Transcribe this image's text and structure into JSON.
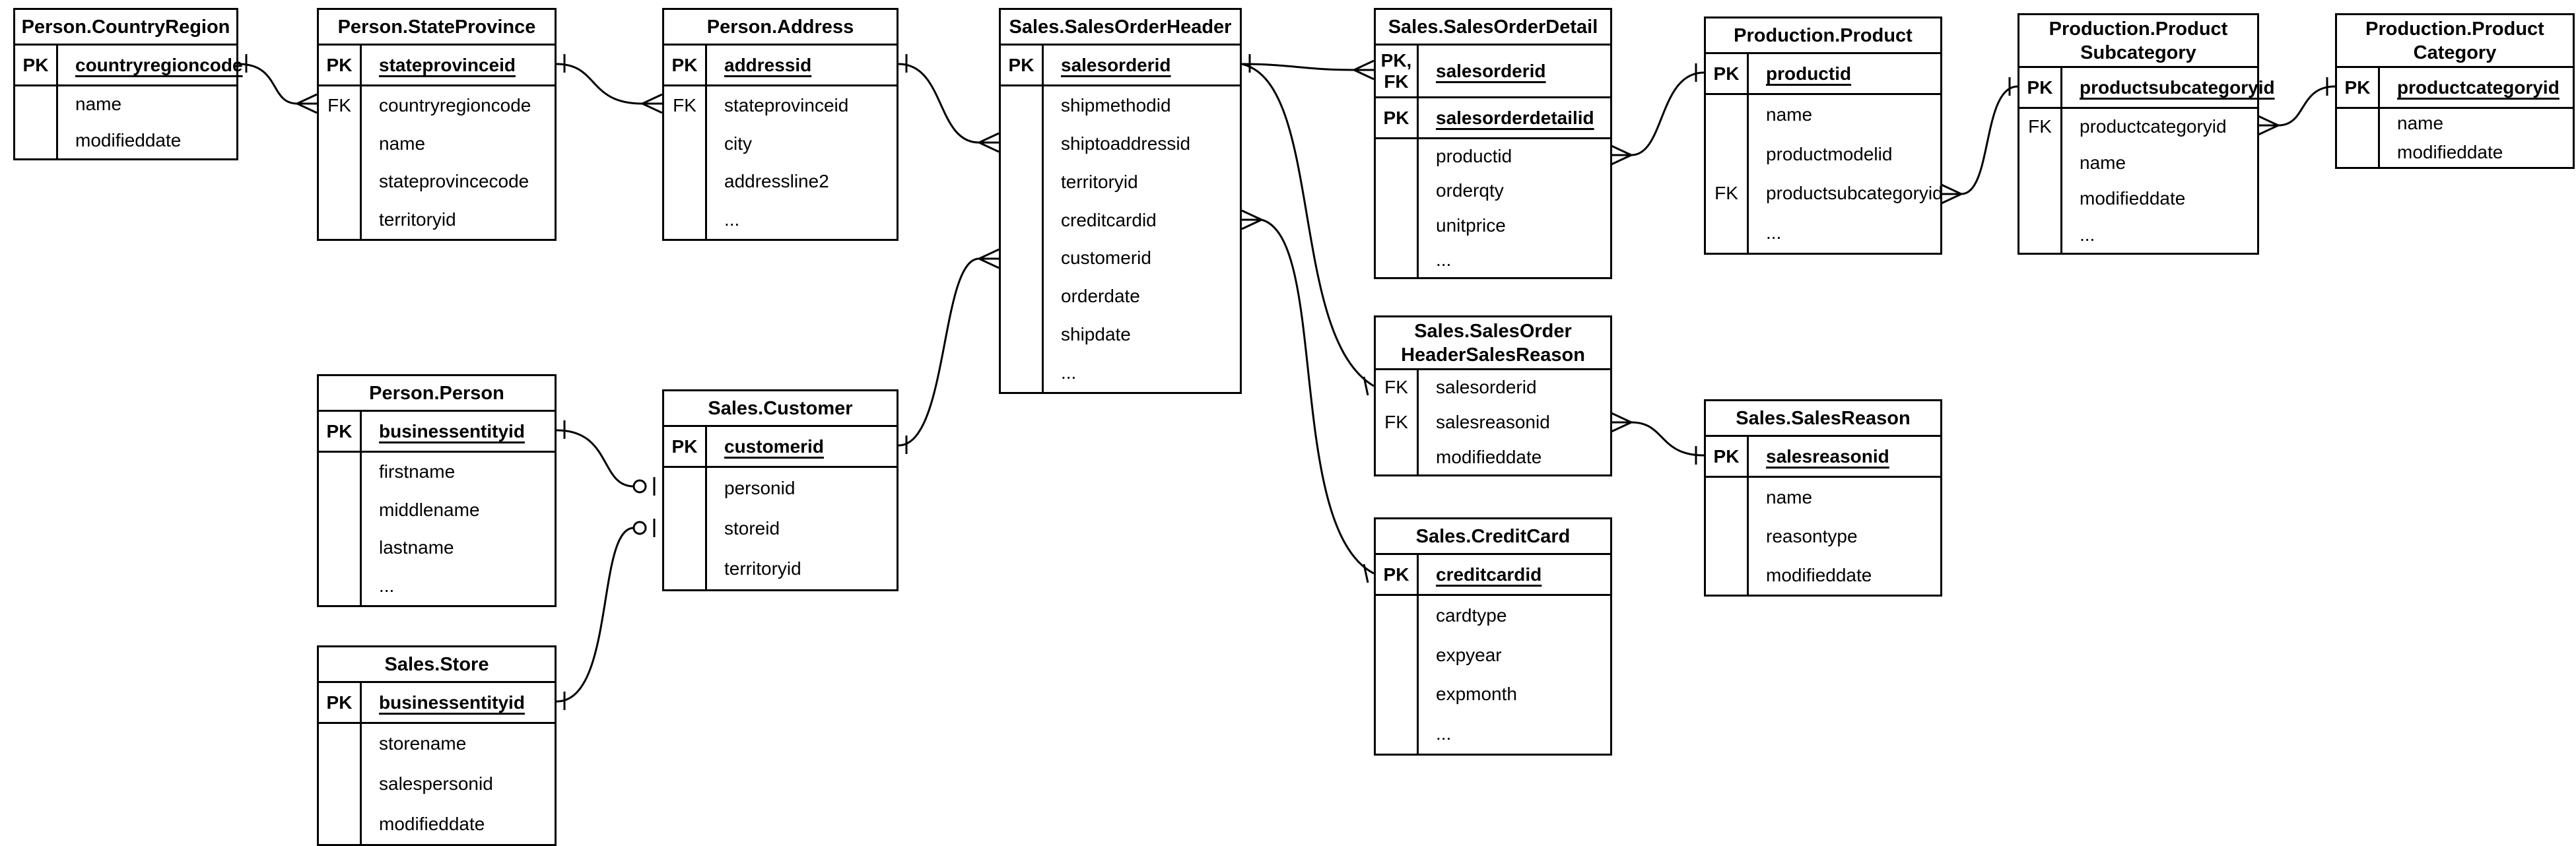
{
  "diagram": {
    "background": "#ffffff",
    "line_color": "#000000",
    "text_color": "#000000",
    "notation": "crow's foot"
  },
  "entities": {
    "country_region": {
      "title": "Person.CountryRegion",
      "rows": [
        {
          "key": "PK",
          "name": "countryregioncode",
          "pk": true,
          "pk_row": true
        },
        {
          "key": "",
          "name": "name"
        },
        {
          "key": "",
          "name": "modifieddate"
        }
      ]
    },
    "state_province": {
      "title": "Person.StateProvince",
      "rows": [
        {
          "key": "PK",
          "name": "stateprovinceid",
          "pk": true,
          "pk_row": true
        },
        {
          "key": "FK",
          "name": "countryregioncode"
        },
        {
          "key": "",
          "name": "name"
        },
        {
          "key": "",
          "name": "stateprovincecode"
        },
        {
          "key": "",
          "name": "territoryid"
        }
      ]
    },
    "address": {
      "title": "Person.Address",
      "rows": [
        {
          "key": "PK",
          "name": "addressid",
          "pk": true,
          "pk_row": true
        },
        {
          "key": "FK",
          "name": "stateprovinceid"
        },
        {
          "key": "",
          "name": "city"
        },
        {
          "key": "",
          "name": "addressline2"
        },
        {
          "key": "",
          "name": "..."
        }
      ]
    },
    "sales_order_header": {
      "title": "Sales.SalesOrderHeader",
      "rows": [
        {
          "key": "PK",
          "name": "salesorderid",
          "pk": true,
          "pk_row": true
        },
        {
          "key": "",
          "name": "shipmethodid"
        },
        {
          "key": "",
          "name": "shiptoaddressid"
        },
        {
          "key": "",
          "name": "territoryid"
        },
        {
          "key": "",
          "name": "creditcardid"
        },
        {
          "key": "",
          "name": "customerid"
        },
        {
          "key": "",
          "name": "orderdate"
        },
        {
          "key": "",
          "name": "shipdate"
        },
        {
          "key": "",
          "name": "..."
        }
      ]
    },
    "sales_order_detail": {
      "title": "Sales.SalesOrderDetail",
      "rows": [
        {
          "key": "PK,\nFK",
          "name": "salesorderid",
          "pk": true,
          "pk_row": true,
          "tall": true
        },
        {
          "key": "PK",
          "name": "salesorderdetailid",
          "pk": true,
          "pk_row": true
        },
        {
          "key": "",
          "name": "productid"
        },
        {
          "key": "",
          "name": "orderqty"
        },
        {
          "key": "",
          "name": "unitprice"
        },
        {
          "key": "",
          "name": "..."
        }
      ]
    },
    "product": {
      "title": "Production.Product",
      "rows": [
        {
          "key": "PK",
          "name": "productid",
          "pk": true,
          "pk_row": true
        },
        {
          "key": "",
          "name": "name"
        },
        {
          "key": "",
          "name": "productmodelid"
        },
        {
          "key": "FK",
          "name": "productsubcategoryid"
        },
        {
          "key": "",
          "name": "..."
        }
      ]
    },
    "product_subcategory": {
      "title": "Production.Product\nSubcategory",
      "rows": [
        {
          "key": "PK",
          "name": "productsubcategoryid",
          "pk": true,
          "pk_row": true
        },
        {
          "key": "FK",
          "name": "productcategoryid"
        },
        {
          "key": "",
          "name": "name"
        },
        {
          "key": "",
          "name": "modifieddate"
        },
        {
          "key": "",
          "name": "..."
        }
      ]
    },
    "product_category": {
      "title": "Production.Product\nCategory",
      "rows": [
        {
          "key": "PK",
          "name": "productcategoryid",
          "pk": true,
          "pk_row": true
        },
        {
          "key": "",
          "name": "name"
        },
        {
          "key": "",
          "name": "modifieddate"
        }
      ]
    },
    "person": {
      "title": "Person.Person",
      "rows": [
        {
          "key": "PK",
          "name": "businessentityid",
          "pk": true,
          "pk_row": true
        },
        {
          "key": "",
          "name": "firstname"
        },
        {
          "key": "",
          "name": "middlename"
        },
        {
          "key": "",
          "name": "lastname"
        },
        {
          "key": "",
          "name": "..."
        }
      ]
    },
    "customer": {
      "title": "Sales.Customer",
      "rows": [
        {
          "key": "PK",
          "name": "customerid",
          "pk": true,
          "pk_row": true
        },
        {
          "key": "",
          "name": "personid"
        },
        {
          "key": "",
          "name": "storeid"
        },
        {
          "key": "",
          "name": "territoryid"
        }
      ]
    },
    "store": {
      "title": "Sales.Store",
      "rows": [
        {
          "key": "PK",
          "name": "businessentityid",
          "pk": true,
          "pk_row": true
        },
        {
          "key": "",
          "name": "storename"
        },
        {
          "key": "",
          "name": "salespersonid"
        },
        {
          "key": "",
          "name": "modifieddate"
        }
      ]
    },
    "header_sales_reason": {
      "title": "Sales.SalesOrder\nHeaderSalesReason",
      "rows": [
        {
          "key": "FK",
          "name": "salesorderid"
        },
        {
          "key": "FK",
          "name": "salesreasonid"
        },
        {
          "key": "",
          "name": "modifieddate"
        }
      ]
    },
    "sales_reason": {
      "title": "Sales.SalesReason",
      "rows": [
        {
          "key": "PK",
          "name": "salesreasonid",
          "pk": true,
          "pk_row": true
        },
        {
          "key": "",
          "name": "name"
        },
        {
          "key": "",
          "name": "reasontype"
        },
        {
          "key": "",
          "name": "modifieddate"
        }
      ]
    },
    "credit_card": {
      "title": "Sales.CreditCard",
      "rows": [
        {
          "key": "PK",
          "name": "creditcardid",
          "pk": true,
          "pk_row": true
        },
        {
          "key": "",
          "name": "cardtype"
        },
        {
          "key": "",
          "name": "expyear"
        },
        {
          "key": "",
          "name": "expmonth"
        },
        {
          "key": "",
          "name": "..."
        }
      ]
    }
  },
  "relationships": [
    {
      "from": "Person.CountryRegion.countryregioncode",
      "to": "Person.StateProvince.countryregioncode",
      "from_card": "one",
      "to_card": "many"
    },
    {
      "from": "Person.StateProvince.stateprovinceid",
      "to": "Person.Address.stateprovinceid",
      "from_card": "one",
      "to_card": "many"
    },
    {
      "from": "Person.Address.addressid",
      "to": "Sales.SalesOrderHeader.shiptoaddressid",
      "from_card": "one",
      "to_card": "many"
    },
    {
      "from": "Sales.Customer.customerid",
      "to": "Sales.SalesOrderHeader.customerid",
      "from_card": "one",
      "to_card": "many"
    },
    {
      "from": "Sales.SalesOrderHeader.salesorderid",
      "to": "Sales.SalesOrderDetail.salesorderid",
      "from_card": "one",
      "to_card": "many"
    },
    {
      "from": "Sales.SalesOrderHeader.salesorderid",
      "to": "Sales.SalesOrderHeaderSalesReason.salesorderid",
      "from_card": "one",
      "to_card": "one"
    },
    {
      "from": "Sales.SalesOrderHeader.creditcardid",
      "to": "Sales.CreditCard.creditcardid",
      "from_card": "many",
      "to_card": "one"
    },
    {
      "from": "Sales.SalesOrderDetail.productid",
      "to": "Production.Product.productid",
      "from_card": "many",
      "to_card": "one"
    },
    {
      "from": "Production.Product.productsubcategoryid",
      "to": "Production.ProductSubcategory.productsubcategoryid",
      "from_card": "many",
      "to_card": "one"
    },
    {
      "from": "Production.ProductSubcategory.productcategoryid",
      "to": "Production.ProductCategory.productcategoryid",
      "from_card": "many",
      "to_card": "one"
    },
    {
      "from": "Sales.SalesOrderHeaderSalesReason.salesreasonid",
      "to": "Sales.SalesReason.salesreasonid",
      "from_card": "many",
      "to_card": "one"
    },
    {
      "from": "Person.Person.businessentityid",
      "to": "Sales.Customer.personid",
      "from_card": "one",
      "to_card": "zero-or-one"
    },
    {
      "from": "Sales.Store.businessentityid",
      "to": "Sales.Customer.storeid",
      "from_card": "one",
      "to_card": "zero-or-one"
    }
  ]
}
